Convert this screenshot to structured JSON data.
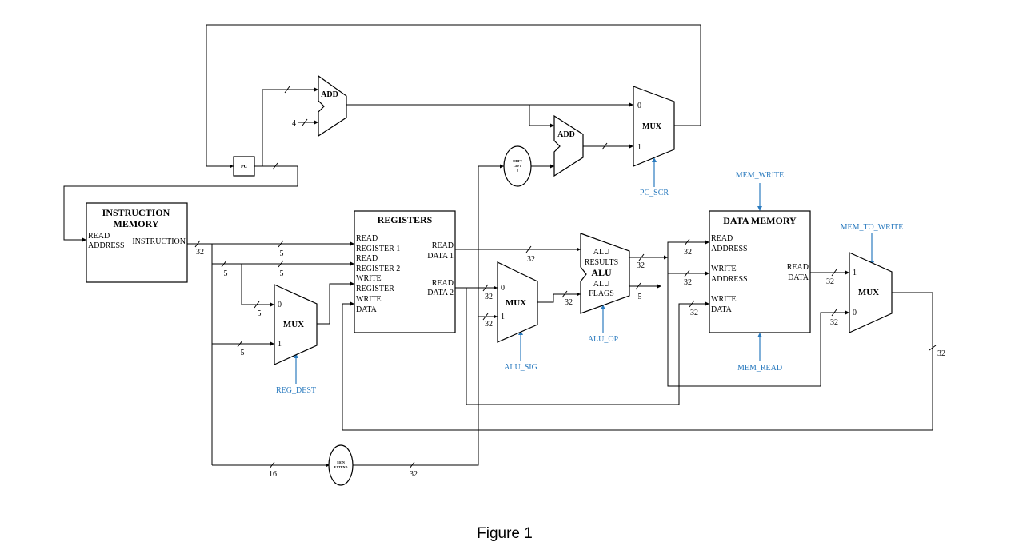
{
  "blocks": {
    "pc": "PC",
    "add_pc": "ADD",
    "add_branch": "ADD",
    "mux_pc": "MUX",
    "mux_reg": "MUX",
    "mux_alu": "MUX",
    "mux_wb": "MUX",
    "shift_left": [
      "SHIFT",
      "LEFT",
      "2"
    ],
    "sign_extend": [
      "SIGN",
      "EXTEND"
    ],
    "instruction_memory": {
      "title": [
        "INSTRUCTION",
        "MEMORY"
      ],
      "in_port": [
        "READ",
        "ADDRESS"
      ],
      "out_port": "INSTRUCTION"
    },
    "registers": {
      "title": "REGISTERS",
      "in_ports": [
        "READ",
        "REGISTER 1",
        "READ",
        "REGISTER 2",
        "WRITE",
        "REGISTER",
        "WRITE",
        "DATA"
      ],
      "out_ports": [
        "READ",
        "DATA 1",
        "READ",
        "DATA 2"
      ]
    },
    "alu": {
      "title": "ALU",
      "outputs": [
        "ALU",
        "RESULTS",
        "ALU",
        "FLAGS"
      ]
    },
    "data_memory": {
      "title": "DATA MEMORY",
      "in_ports": [
        "READ",
        "ADDRESS",
        "WRITE",
        "ADDRESS",
        "WRITE",
        "DATA"
      ],
      "out_port": [
        "READ",
        "DATA"
      ]
    }
  },
  "mux_inputs": {
    "mux_pc": [
      "0",
      "1"
    ],
    "mux_reg": [
      "0",
      "1"
    ],
    "mux_alu": [
      "0",
      "1"
    ],
    "mux_wb": [
      "1",
      "0"
    ]
  },
  "constants": {
    "four": "4"
  },
  "control_signals": {
    "pc_scr": "PC_SCR",
    "mem_write": "MEM_WRITE",
    "mem_to_write": "MEM_TO_WRITE",
    "mem_read": "MEM_READ",
    "alu_op": "ALU_OP",
    "alu_sig": "ALU_SIG",
    "reg_dest": "REG_DEST"
  },
  "bus_widths": {
    "instr_out": "32",
    "rr1": "5",
    "rr2": "5",
    "rs_branch": "5",
    "mux_reg_in0": "5",
    "mux_reg_in1": "5",
    "imm": "16",
    "sign_ext_out": "32",
    "read_data1": "32",
    "read_data2_a": "32",
    "read_data2_b": "32",
    "mux_alu_out": "32",
    "alu_result": "32",
    "alu_flags": "5",
    "dm_read_addr": "32",
    "dm_write_addr": "32",
    "dm_write_data": "32",
    "dm_read_data": "32",
    "wb_in0": "32",
    "wb_out": "32"
  },
  "caption": "Figure 1",
  "colors": {
    "control": "#2b7bbf",
    "wire": "#000000"
  }
}
